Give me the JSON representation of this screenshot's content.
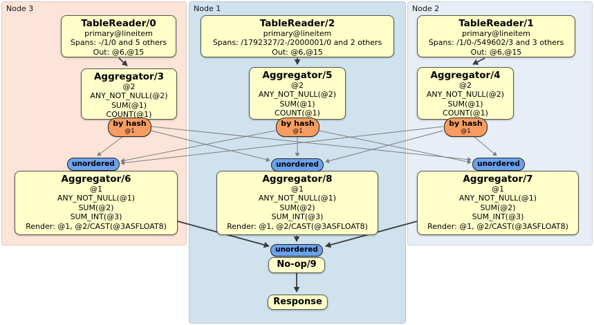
{
  "diagram": {
    "title_hint": "DistSQL physical plan diagram",
    "regions": [
      {
        "id": "node3",
        "label": "Node 3",
        "color": "#fce4d8"
      },
      {
        "id": "node1",
        "label": "Node 1",
        "color": "#cfe2ee"
      },
      {
        "id": "node2",
        "label": "Node 2",
        "color": "#e8eef7"
      }
    ],
    "processors": {
      "tr0": {
        "title": "TableReader/0",
        "lines": [
          "primary@lineitem",
          "Spans: -/1/0 and 5 others",
          "Out: @6,@15"
        ]
      },
      "tr2": {
        "title": "TableReader/2",
        "lines": [
          "primary@lineitem",
          "Spans: /1792327/2-/2000001/0 and 2 others",
          "Out: @6,@15"
        ]
      },
      "tr1": {
        "title": "TableReader/1",
        "lines": [
          "primary@lineitem",
          "Spans: /1/0-/549602/3 and 3 others",
          "Out: @6,@15"
        ]
      },
      "agg3": {
        "title": "Aggregator/3",
        "lines": [
          "@2",
          "ANY_NOT_NULL(@2)",
          "SUM(@1)",
          "COUNT(@1)"
        ]
      },
      "agg5": {
        "title": "Aggregator/5",
        "lines": [
          "@2",
          "ANY_NOT_NULL(@2)",
          "SUM(@1)",
          "COUNT(@1)"
        ]
      },
      "agg4": {
        "title": "Aggregator/4",
        "lines": [
          "@2",
          "ANY_NOT_NULL(@2)",
          "SUM(@1)",
          "COUNT(@1)"
        ]
      },
      "agg6": {
        "title": "Aggregator/6",
        "lines": [
          "@1",
          "ANY_NOT_NULL(@1)",
          "SUM(@2)",
          "SUM_INT(@3)",
          "Render: @1, @2/CAST(@3ASFLOAT8)"
        ]
      },
      "agg8": {
        "title": "Aggregator/8",
        "lines": [
          "@1",
          "ANY_NOT_NULL(@1)",
          "SUM(@2)",
          "SUM_INT(@3)",
          "Render: @1, @2/CAST(@3ASFLOAT8)"
        ]
      },
      "agg7": {
        "title": "Aggregator/7",
        "lines": [
          "@1",
          "ANY_NOT_NULL(@1)",
          "SUM(@2)",
          "SUM_INT(@3)",
          "Render: @1, @2/CAST(@3ASFLOAT8)"
        ]
      },
      "noop9": {
        "title": "No-op/9"
      },
      "response": {
        "title": "Response"
      }
    },
    "routers": {
      "byhash": {
        "label": "by hash",
        "sub": "@1"
      },
      "unordered": {
        "label": "unordered"
      }
    },
    "edges": [
      [
        "tr0",
        "agg3"
      ],
      [
        "tr2",
        "agg5"
      ],
      [
        "tr1",
        "agg4"
      ],
      [
        "byhash3",
        "unord3"
      ],
      [
        "byhash3",
        "unord1"
      ],
      [
        "byhash3",
        "unord2"
      ],
      [
        "byhash5",
        "unord3"
      ],
      [
        "byhash5",
        "unord1"
      ],
      [
        "byhash5",
        "unord2"
      ],
      [
        "byhash4",
        "unord3"
      ],
      [
        "byhash4",
        "unord1"
      ],
      [
        "byhash4",
        "unord2"
      ],
      [
        "agg6",
        "unord9"
      ],
      [
        "agg8",
        "unord9"
      ],
      [
        "agg7",
        "unord9"
      ],
      [
        "noop9",
        "response"
      ]
    ],
    "colors": {
      "box_fill": "#ffffca",
      "box_border": "#56564a",
      "hash_router_fill": "#f89d61",
      "sync_fill": "#6ba1ec",
      "edge_thin": "#7d7d7d",
      "edge_thick": "#3a3a3a",
      "node3_bg": "#fce4d8",
      "node1_bg": "#cfe2ee",
      "node2_bg": "#e8eef7"
    }
  }
}
